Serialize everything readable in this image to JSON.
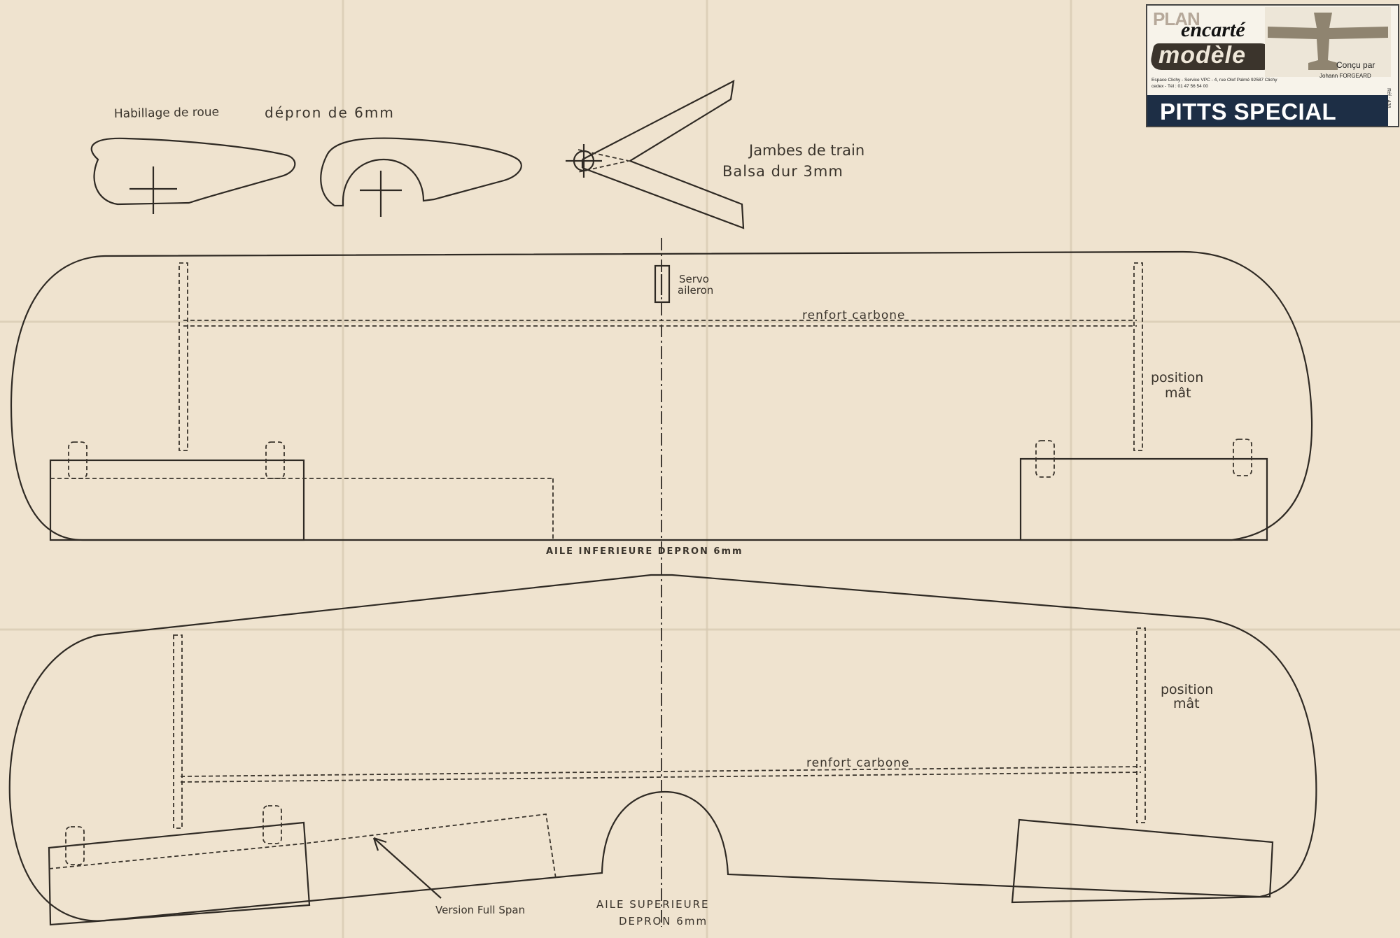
{
  "title_block": {
    "plan": "PLAN",
    "encarte": "encarté",
    "magazine": "modèle",
    "address": "Espace Clichy - Service VPC - 4, rue Olof Palmé 92587 Clichy cedex - Tél : 01 47 56 54 00",
    "designed_by": "Conçu par",
    "designer": "Johann FORGEARD",
    "model_name": "PITTS SPECIAL",
    "ref": "Réf : 438"
  },
  "parts": {
    "wheel_fairing_label": "Habillage de roue",
    "depron_label": "dépron de 6mm",
    "gear_legs_line1": "Jambes de train",
    "gear_legs_line2": "Balsa dur 3mm"
  },
  "lower_wing": {
    "servo_line1": "Servo",
    "servo_line2": "aileron",
    "spar_label": "renfort carbone",
    "strut_line1": "position",
    "strut_line2": "mât",
    "title": "AILE INFERIEURE  DEPRON 6mm"
  },
  "upper_wing": {
    "strut_line1": "position",
    "strut_line2": "mât",
    "spar_label": "renfort carbone",
    "full_span_note": "Version Full Span",
    "title_line1": "AILE SUPERIEURE",
    "title_line2": "DEPRON 6mm"
  },
  "colors": {
    "paper": "#efe3cf",
    "ink": "#2f2a24",
    "title_bar": "#1d2e45"
  }
}
